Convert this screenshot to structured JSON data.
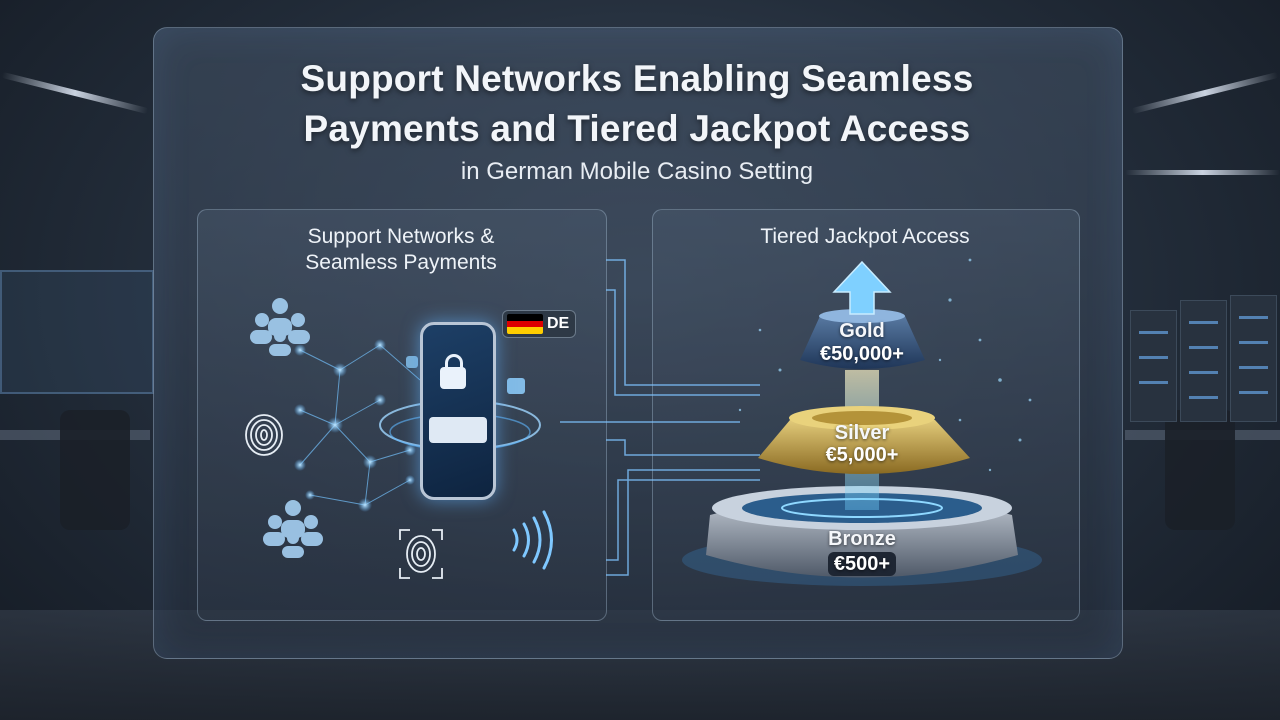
{
  "header": {
    "title_line1": "Support Networks Enabling Seamless",
    "title_line2": "Payments and Tiered Jackpot Access",
    "subtitle": "in German Mobile Casino Setting"
  },
  "left_card": {
    "title_line1": "Support Networks &",
    "title_line2": "Seamless Payments",
    "badge_text": "DE",
    "flag_colors": [
      "#000000",
      "#dd0000",
      "#ffce00"
    ],
    "icons": [
      "user-group-icon",
      "fingerprint-icon",
      "user-group-icon",
      "face-scan-icon",
      "contactless-icon",
      "smartphone-icon",
      "lock-icon",
      "network-node-icon"
    ]
  },
  "right_card": {
    "title": "Tiered Jackpot Access",
    "tiers": [
      {
        "name": "Gold",
        "amount": "€50,000+"
      },
      {
        "name": "Silver",
        "amount": "€5,000+"
      },
      {
        "name": "Bronze",
        "amount": "€500+"
      }
    ]
  },
  "colors": {
    "accent_blue": "#5fb8ff",
    "gold": "#c9a544",
    "silver": "#9aa6b4",
    "bronze": "#7a8594"
  }
}
